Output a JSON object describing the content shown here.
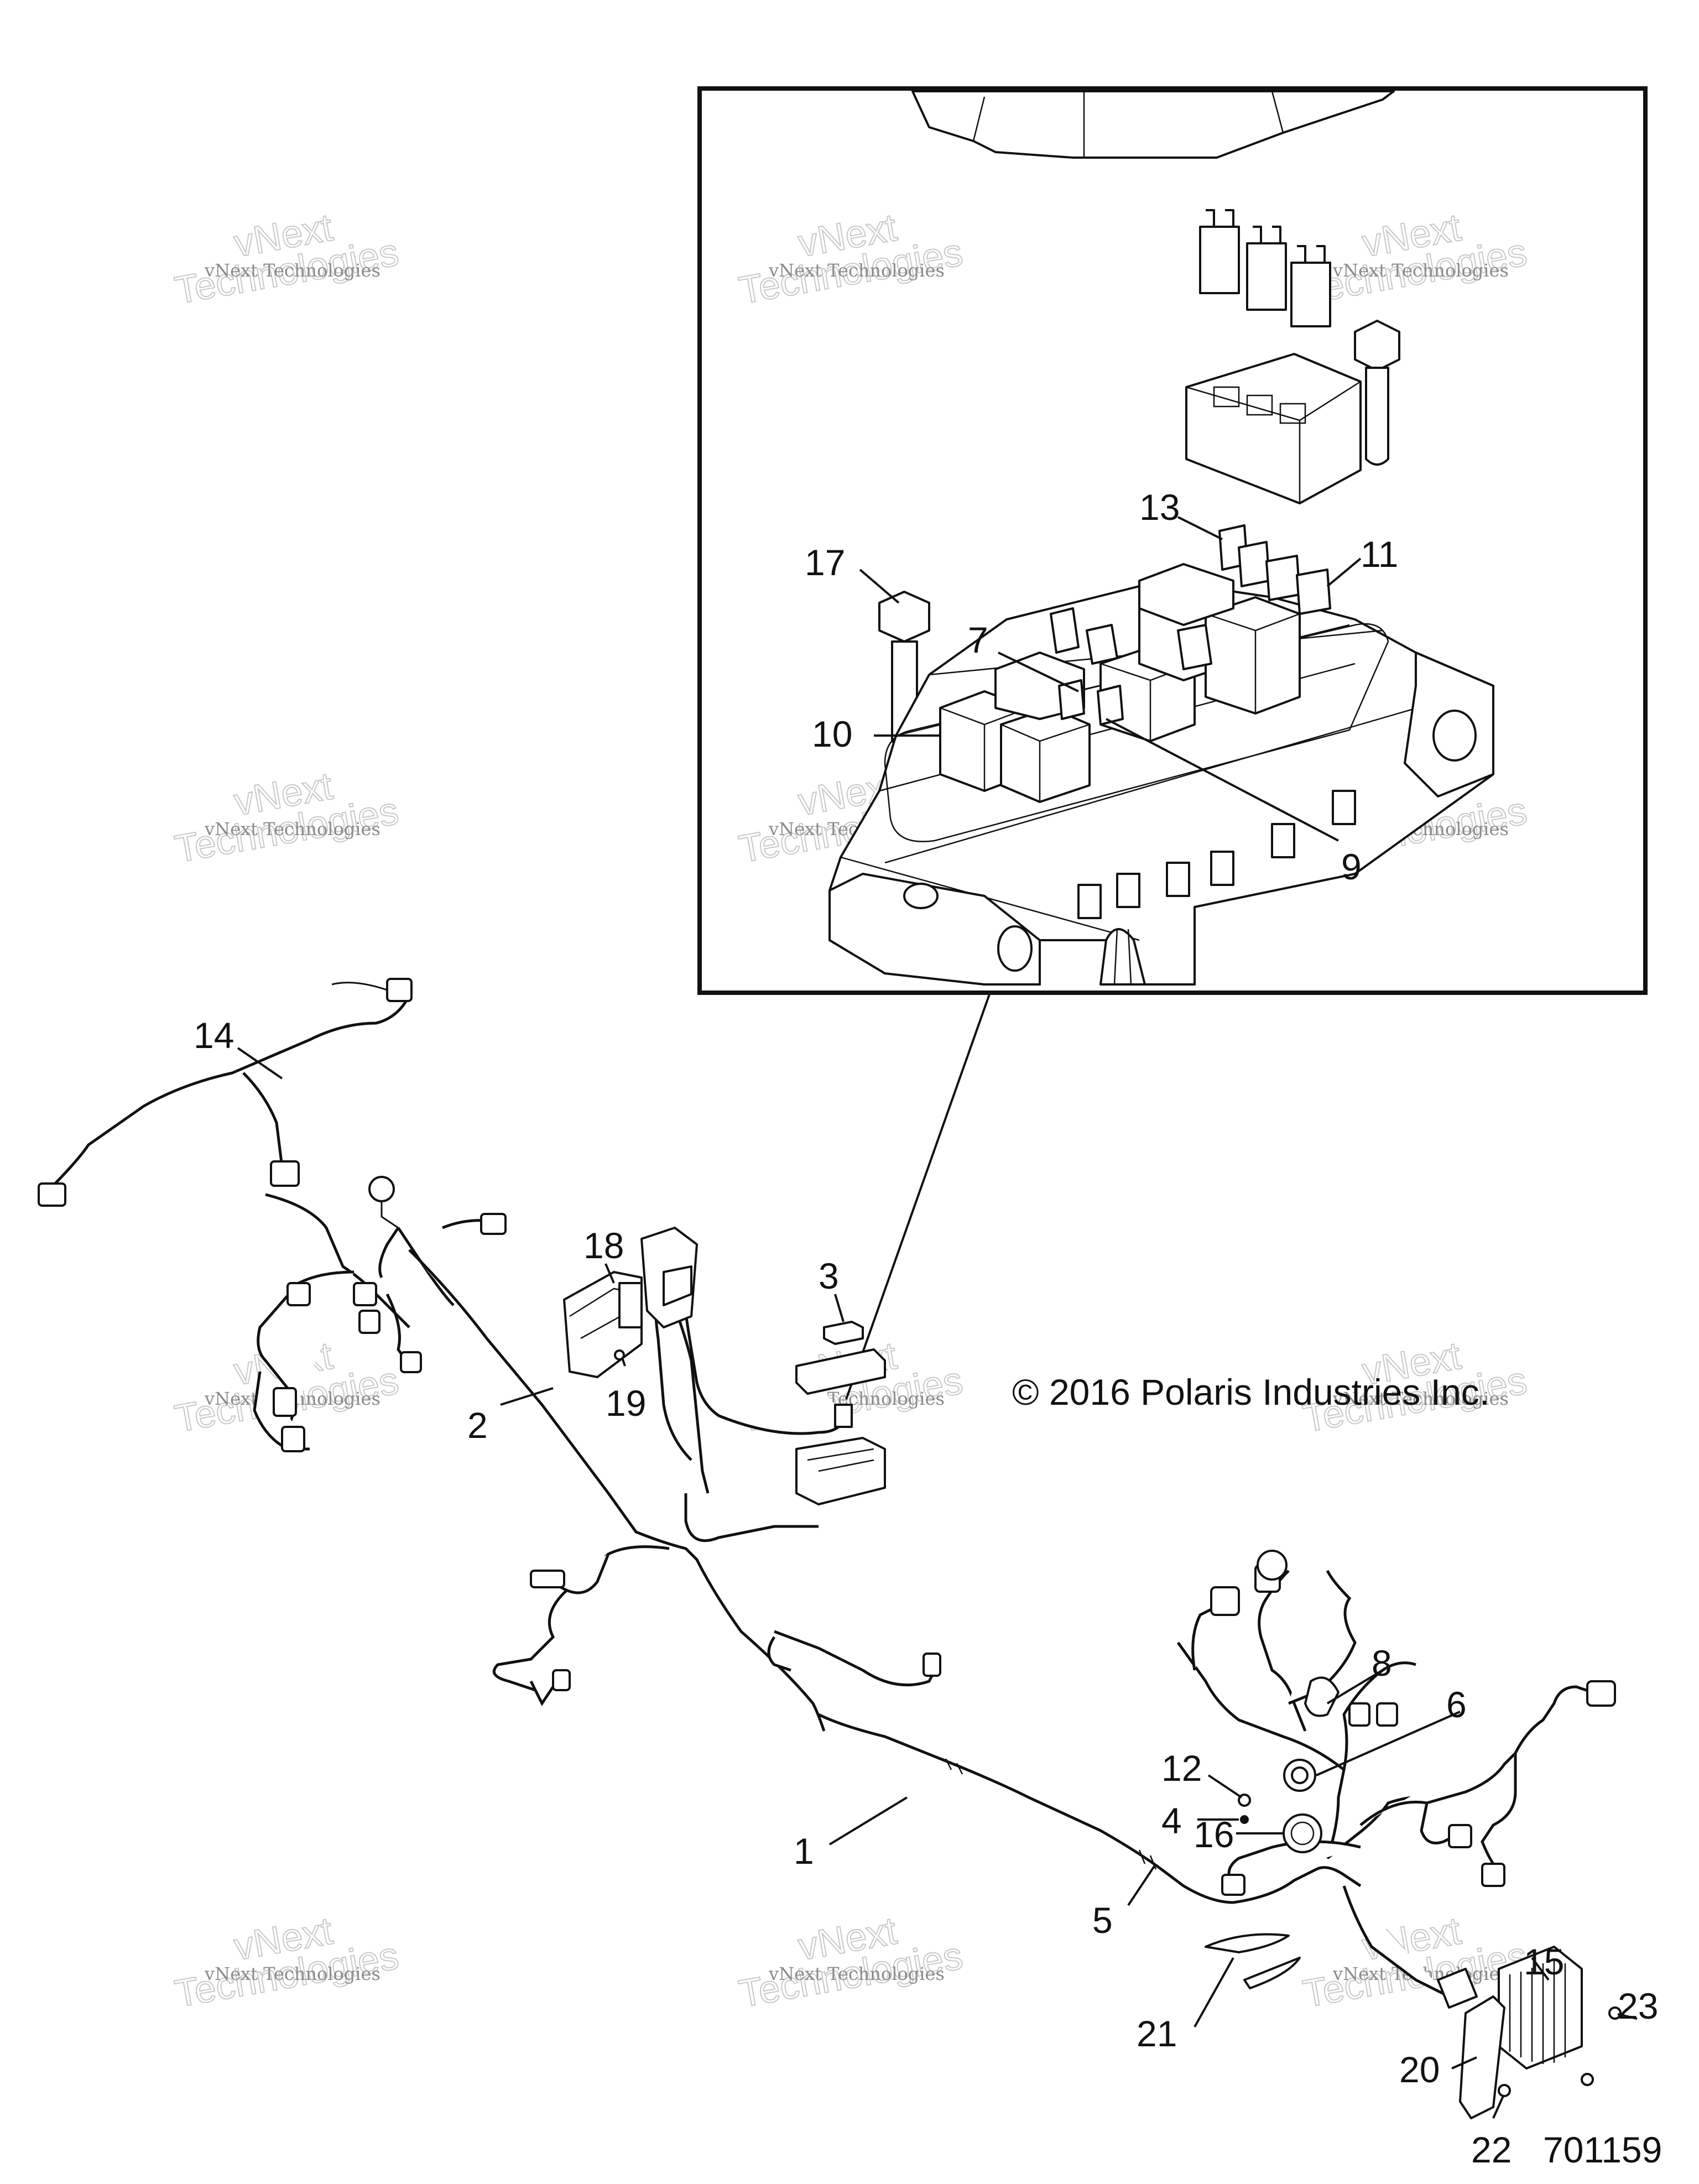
{
  "diagram": {
    "callouts": [
      "1",
      "2",
      "3",
      "4",
      "5",
      "6",
      "7",
      "8",
      "9",
      "10",
      "11",
      "12",
      "13",
      "14",
      "15",
      "16",
      "17",
      "18",
      "19",
      "20",
      "21",
      "22",
      "23"
    ],
    "copyright": "© 2016 Polaris Industries Inc.",
    "drawing_number": "701159",
    "watermark": {
      "line1": "vNext",
      "line2": "vNext Technologies",
      "line3": "Technologies"
    }
  }
}
